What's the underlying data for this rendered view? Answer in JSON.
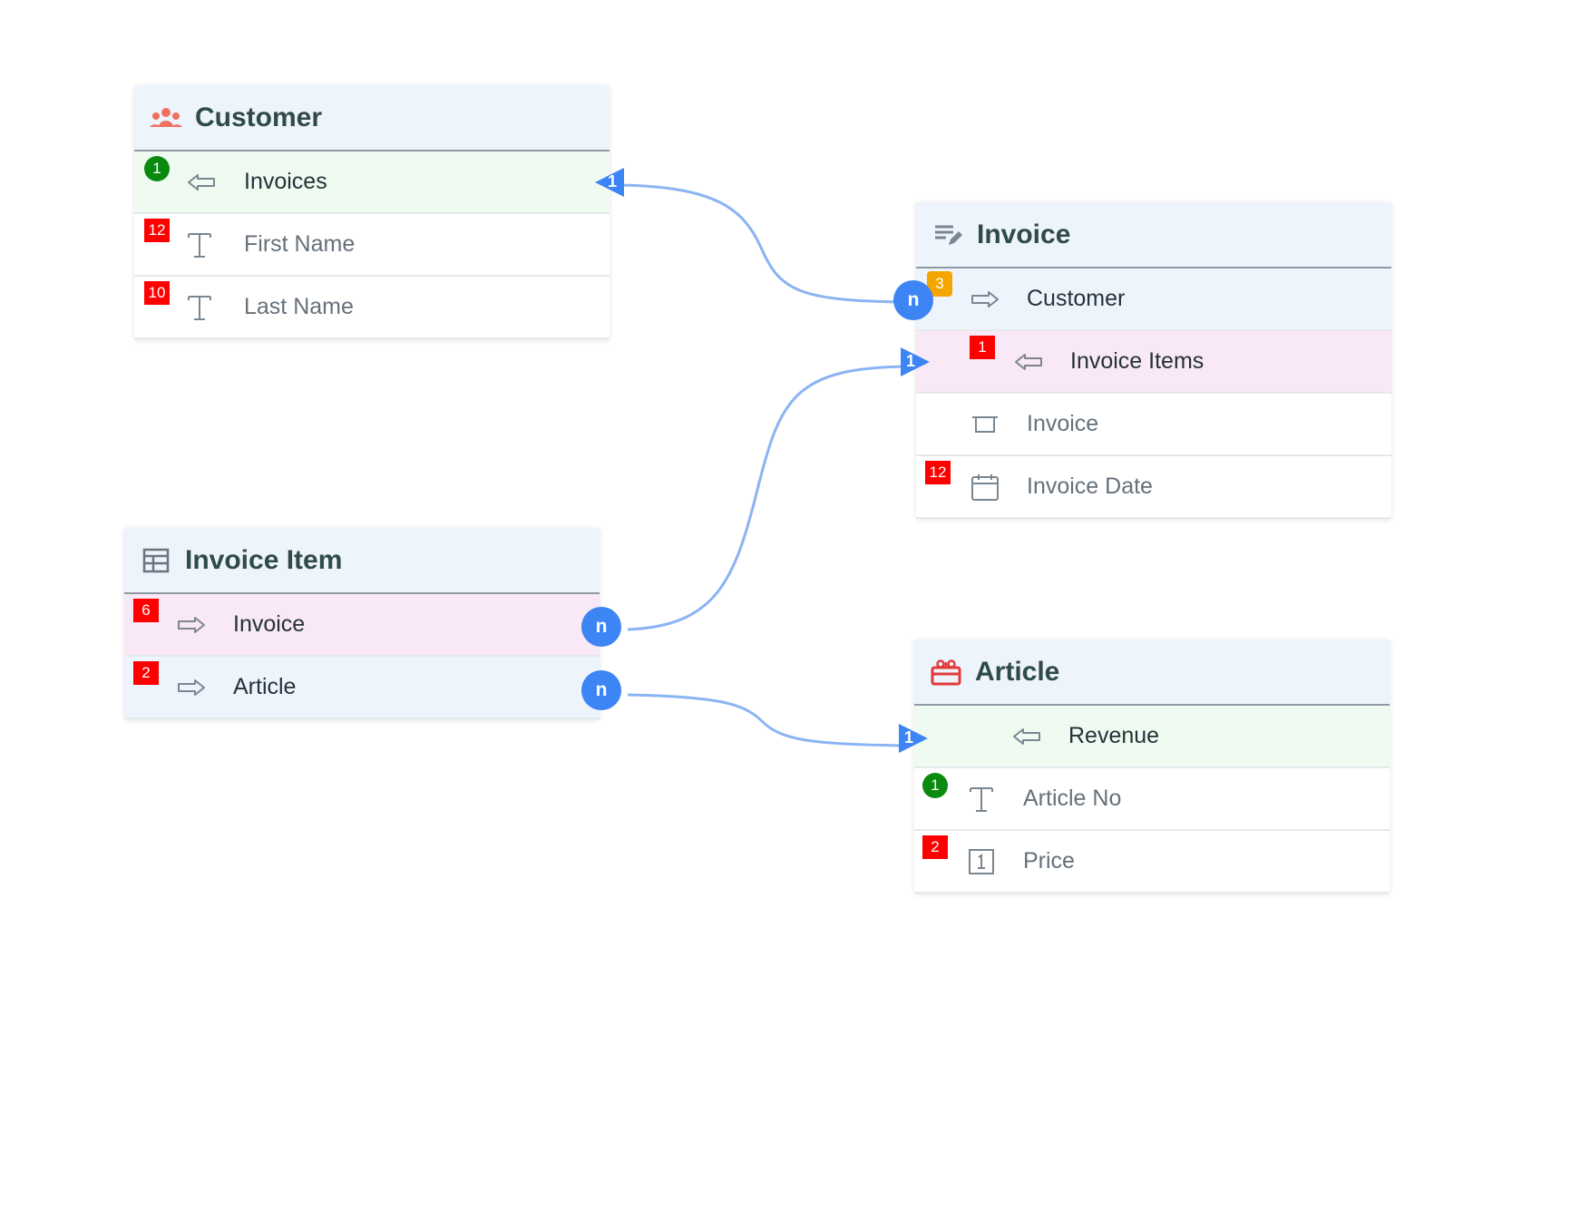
{
  "entities": {
    "customer": {
      "title": "Customer",
      "icon": "users-icon",
      "fields": [
        {
          "label": "Invoices",
          "badge": "1",
          "badge_type": "circle-green",
          "icon": "arrow-left-icon",
          "kind": "relation"
        },
        {
          "label": "First Name",
          "badge": "12",
          "badge_type": "square-red",
          "icon": "text-icon",
          "kind": "attribute"
        },
        {
          "label": "Last Name",
          "badge": "10",
          "badge_type": "square-red",
          "icon": "text-icon",
          "kind": "attribute"
        }
      ]
    },
    "invoice": {
      "title": "Invoice",
      "icon": "edit-list-icon",
      "fields": [
        {
          "label": "Customer",
          "badge": "3",
          "badge_type": "square-orange",
          "icon": "arrow-right-icon",
          "kind": "relation"
        },
        {
          "label": "Invoice Items",
          "badge": "1",
          "badge_type": "square-red",
          "icon": "arrow-left-icon",
          "kind": "relation"
        },
        {
          "label": "Invoice",
          "badge": "",
          "badge_type": "",
          "icon": "tray-icon",
          "kind": "attribute"
        },
        {
          "label": "Invoice Date",
          "badge": "12",
          "badge_type": "square-red",
          "icon": "calendar-icon",
          "kind": "attribute"
        }
      ]
    },
    "invoice_item": {
      "title": "Invoice Item",
      "icon": "table-icon",
      "fields": [
        {
          "label": "Invoice",
          "badge": "6",
          "badge_type": "square-red",
          "icon": "arrow-right-icon",
          "kind": "relation"
        },
        {
          "label": "Article",
          "badge": "2",
          "badge_type": "square-red",
          "icon": "arrow-right-icon",
          "kind": "relation"
        }
      ]
    },
    "article": {
      "title": "Article",
      "icon": "gift-icon",
      "fields": [
        {
          "label": "Revenue",
          "badge": "",
          "badge_type": "",
          "icon": "arrow-left-icon",
          "kind": "relation"
        },
        {
          "label": "Article No",
          "badge": "1",
          "badge_type": "circle-green",
          "icon": "text-icon",
          "kind": "attribute"
        },
        {
          "label": "Price",
          "badge": "2",
          "badge_type": "square-red",
          "icon": "number-icon",
          "kind": "attribute"
        }
      ]
    }
  },
  "connectors": {
    "many": "n",
    "one": "1"
  },
  "colors": {
    "connector": "#3d84f5",
    "link_line": "#8ab4f3",
    "header_bg": "#eef4fc",
    "badge_red": "#ff0000",
    "badge_green": "#0b8a10",
    "badge_orange": "#f5a500"
  }
}
